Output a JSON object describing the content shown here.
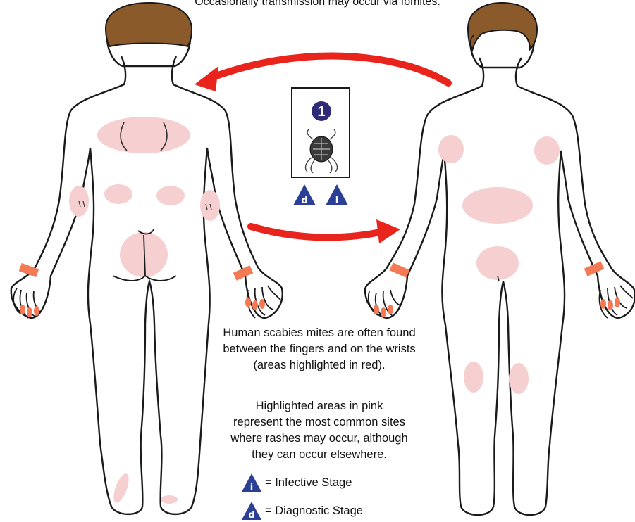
{
  "top_caption": "Occasionally transmission may occur via fomites.",
  "stage_box": {
    "stage_number": "1",
    "markers": [
      "d",
      "i"
    ]
  },
  "caption_wrists": [
    "Human scabies mites are often found",
    "between the fingers and on the wrists",
    "(areas highlighted in red)."
  ],
  "caption_pink": [
    "Highlighted areas in pink",
    "represent the most common sites",
    "where rashes may occur, although",
    "they can occur elsewhere."
  ],
  "legend": [
    {
      "letter": "i",
      "label": "= Infective Stage"
    },
    {
      "letter": "d",
      "label": "= Diagnostic Stage"
    }
  ],
  "colors": {
    "hair": "#8b5a2b",
    "outline": "#1a1a1a",
    "rash_pink": "#f6d0d0",
    "wrist_red": "#f47a55",
    "arrow_red": "#e8241d",
    "stage_navy": "#2f2a78",
    "triangle_blue": "#2c3f97"
  }
}
